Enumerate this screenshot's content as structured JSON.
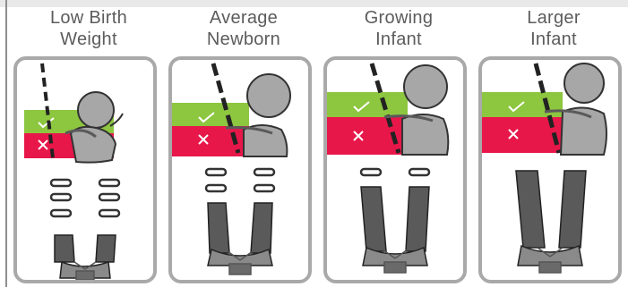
{
  "columns": [
    {
      "id": "low-birth-weight",
      "label_line1": "Low Birth",
      "label_line2": "Weight",
      "visible_harness_slots": 6,
      "active_slot_row": "bottom",
      "zones": {
        "green": "check-icon",
        "red": "cross-icon"
      }
    },
    {
      "id": "average-newborn",
      "label_line1": "Average",
      "label_line2": "Newborn",
      "visible_harness_slots": 4,
      "active_slot_row": "second",
      "zones": {
        "green": "check-icon",
        "red": "cross-icon"
      }
    },
    {
      "id": "growing-infant",
      "label_line1": "Growing",
      "label_line2": "Infant",
      "visible_harness_slots": 2,
      "active_slot_row": "second",
      "zones": {
        "green": "check-icon",
        "red": "cross-icon"
      }
    },
    {
      "id": "larger-infant",
      "label_line1": "Larger",
      "label_line2": "Infant",
      "visible_harness_slots": 0,
      "active_slot_row": "top",
      "zones": {
        "green": "check-icon",
        "red": "cross-icon"
      }
    }
  ],
  "colors": {
    "label": "#5c5c5c",
    "frame": "#a9a9a9",
    "green_zone": "#8dc63f",
    "red_zone": "#e8174a",
    "strap": "#5a5a5a",
    "baby": "#a7a7a7"
  }
}
